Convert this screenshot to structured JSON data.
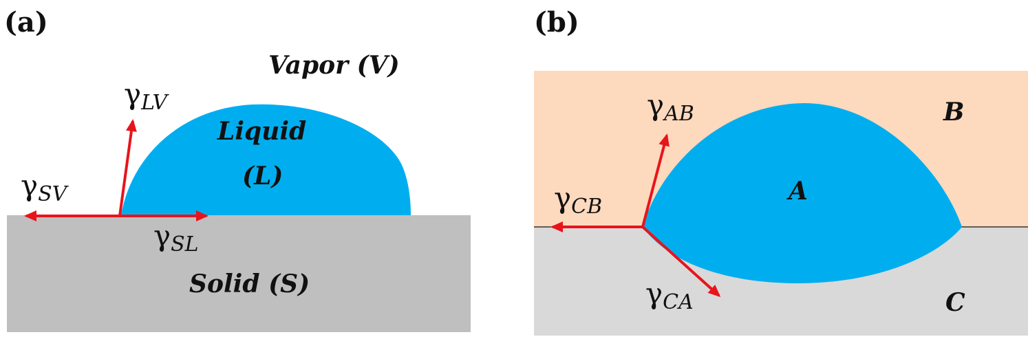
{
  "panels": {
    "a": {
      "label": "(a)",
      "regions": {
        "vapor": "Vapor (V)",
        "liquid_line1": "Liquid",
        "liquid_line2": "(L)",
        "solid": "Solid (S)"
      },
      "tensions": {
        "lv": {
          "symbol": "γ",
          "sub": "LV"
        },
        "sv": {
          "symbol": "γ",
          "sub": "SV"
        },
        "sl": {
          "symbol": "γ",
          "sub": "SL"
        }
      }
    },
    "b": {
      "label": "(b)",
      "regions": {
        "a": "A",
        "b": "B",
        "c": "C"
      },
      "tensions": {
        "ab": {
          "symbol": "γ",
          "sub": "AB"
        },
        "cb": {
          "symbol": "γ",
          "sub": "CB"
        },
        "ca": {
          "symbol": "γ",
          "sub": "CA"
        }
      }
    }
  },
  "colors": {
    "liquid": "#00AEEF",
    "solid": "#BFBFBF",
    "phase_b": "#FDD9BD",
    "phase_c": "#D9D9D9",
    "arrow": "#E8141C"
  }
}
